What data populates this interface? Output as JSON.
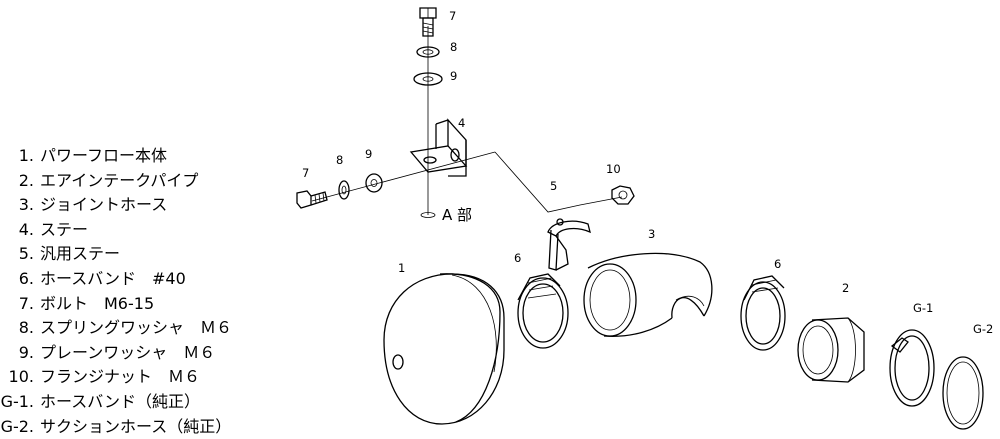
{
  "parts": [
    {
      "num": "1.",
      "name": "パワーフロー本体"
    },
    {
      "num": "2.",
      "name": "エアインテークパイプ"
    },
    {
      "num": "3.",
      "name": "ジョイントホース"
    },
    {
      "num": "4.",
      "name": "ステー"
    },
    {
      "num": "5.",
      "name": "汎用ステー"
    },
    {
      "num": "6.",
      "name": "ホースバンド　#40"
    },
    {
      "num": "7.",
      "name": "ボルト　M6-15"
    },
    {
      "num": "8.",
      "name": "スプリングワッシャ　Ｍ６"
    },
    {
      "num": "9.",
      "name": "プレーンワッシャ　Ｍ６"
    },
    {
      "num": "10.",
      "name": "フランジナット　Ｍ６"
    },
    {
      "num": "G-1.",
      "name": "ホースバンド（純正）"
    },
    {
      "num": "G-2.",
      "name": "サクションホース（純正）"
    }
  ],
  "callouts": {
    "c7_top": "7",
    "c8_top": "8",
    "c9_top": "9",
    "c4": "4",
    "c7_left": "7",
    "c8_left": "8",
    "c9_left": "9",
    "c10": "10",
    "c5": "5",
    "c3": "3",
    "c6_left": "6",
    "c6_right": "6",
    "c1": "1",
    "c2": "2",
    "cG1": "G-1",
    "cG2": "G-2",
    "section_a": "A 部"
  }
}
